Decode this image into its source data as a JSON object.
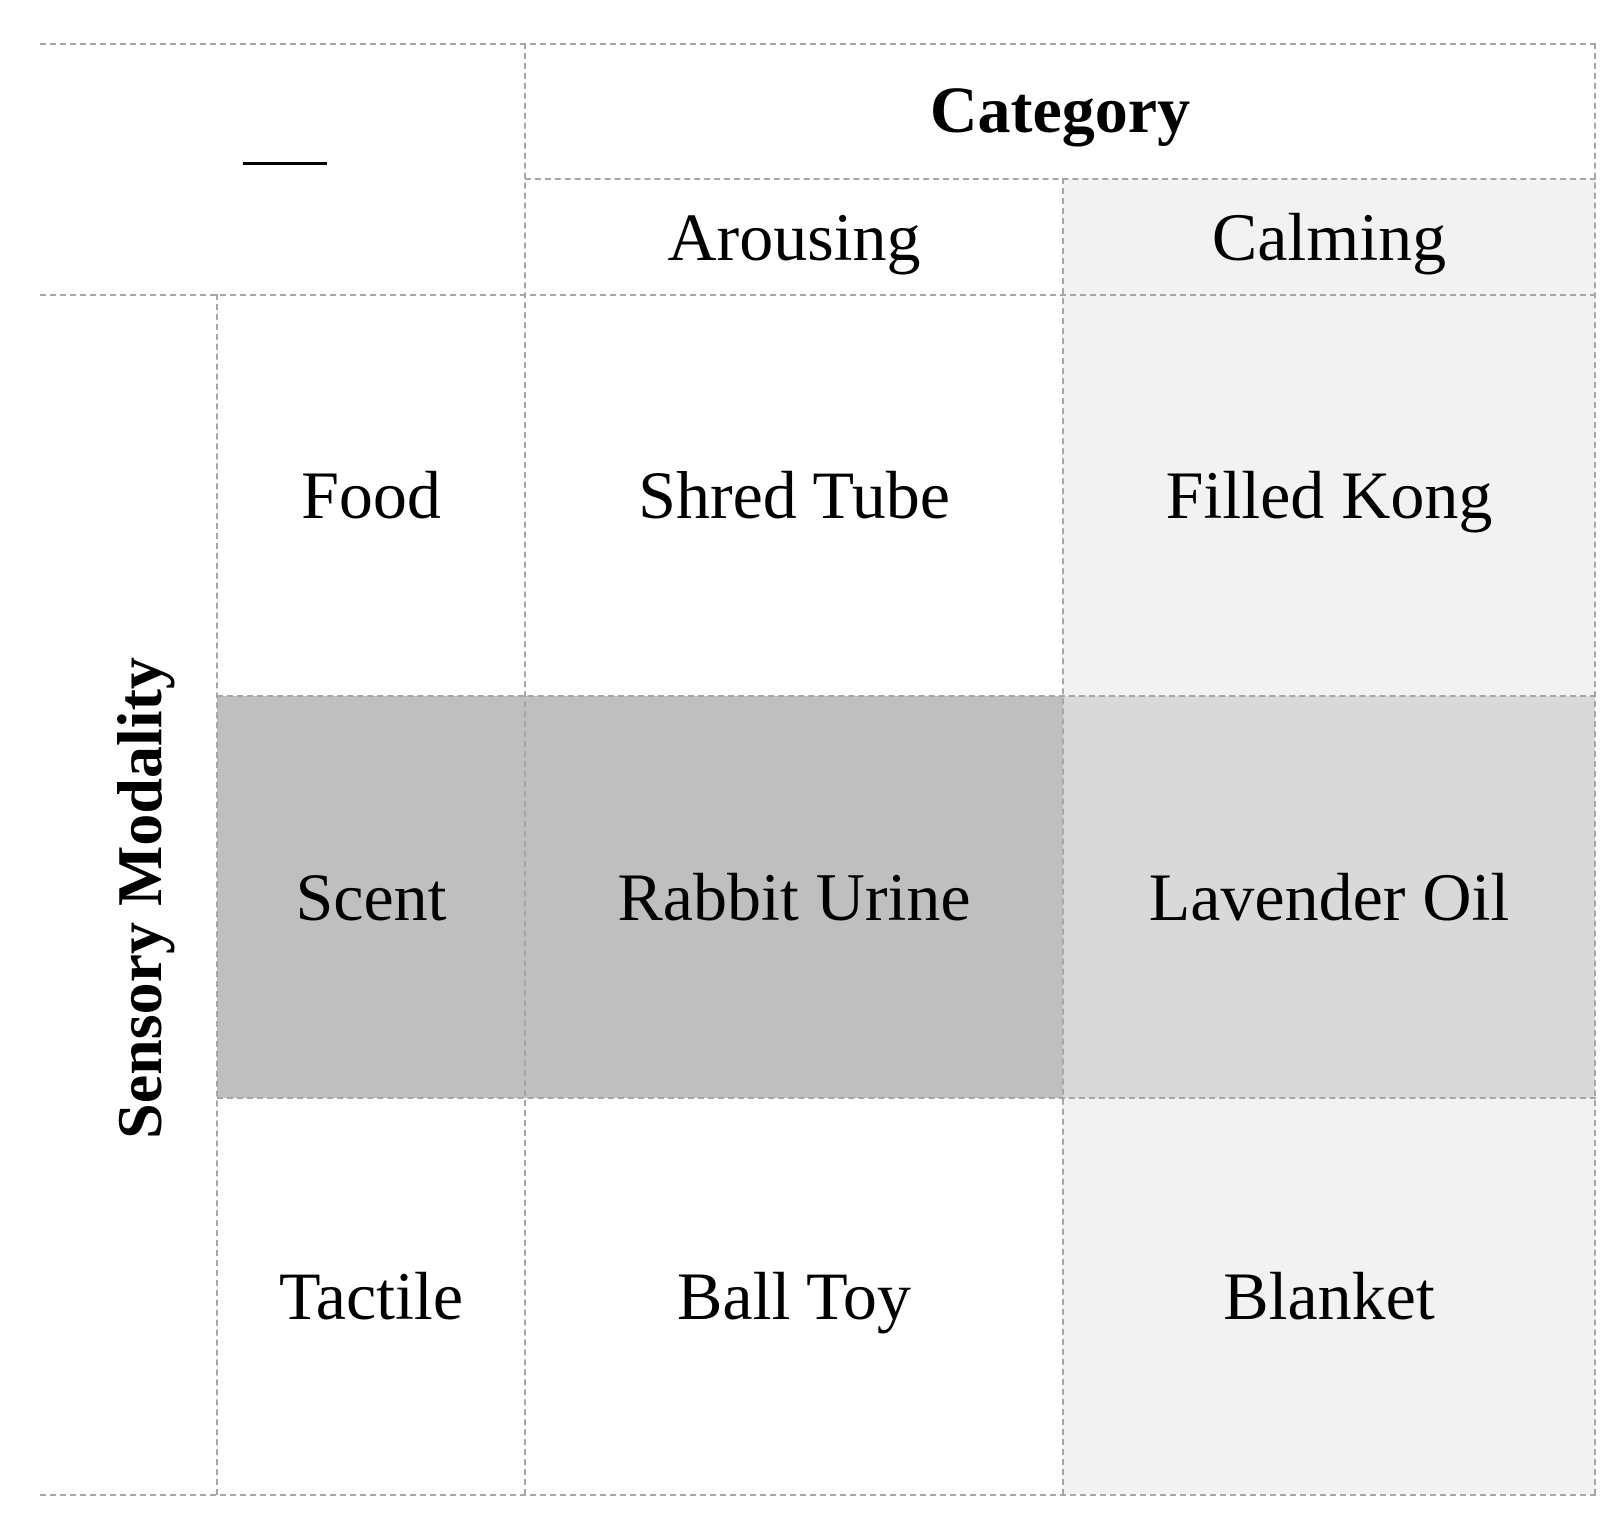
{
  "table": {
    "corner_mark": "—",
    "column_group_header": "Category",
    "columns": [
      "Arousing",
      "Calming"
    ],
    "row_group_header": "Sensory Modality",
    "rows": [
      {
        "label": "Food",
        "cells": [
          "Shred Tube",
          "Filled Kong"
        ]
      },
      {
        "label": "Scent",
        "cells": [
          "Rabbit Urine",
          "Lavender Oil"
        ]
      },
      {
        "label": "Tactile",
        "cells": [
          "Ball Toy",
          "Blanket"
        ]
      }
    ]
  },
  "colors": {
    "calming_background": "#f2f2f2",
    "scent_arousing_background": "#bfbfbf",
    "scent_calming_background": "#d9d9d9",
    "grid_line": "#a6a6a6"
  }
}
